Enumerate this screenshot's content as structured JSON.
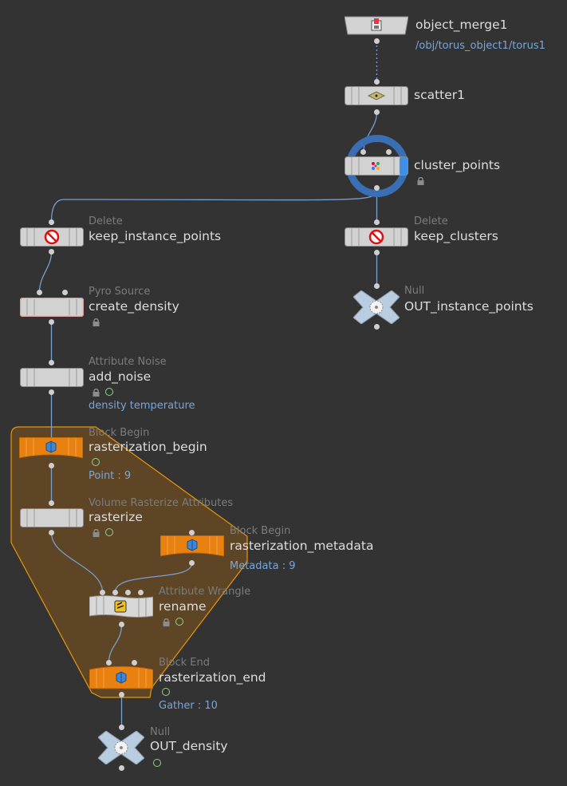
{
  "nodes": {
    "object_merge1": {
      "name": "object_merge1",
      "path": "/obj/torus_object1/torus1",
      "icon": "object-merge-icon"
    },
    "scatter1": {
      "name": "scatter1",
      "icon": "scatter-icon"
    },
    "cluster_points": {
      "name": "cluster_points",
      "icon": "cluster-icon"
    },
    "keep_instance_points": {
      "type": "Delete",
      "name": "keep_instance_points",
      "icon": "delete-icon"
    },
    "keep_clusters": {
      "type": "Delete",
      "name": "keep_clusters",
      "icon": "delete-icon"
    },
    "out_instance_points": {
      "type": "Null",
      "name": "OUT_instance_points",
      "icon": "null-icon"
    },
    "create_density": {
      "type": "Pyro Source",
      "name": "create_density"
    },
    "add_noise": {
      "type": "Attribute Noise",
      "name": "add_noise",
      "attribs": "density temperature"
    },
    "rasterization_begin": {
      "type": "Block Begin",
      "name": "rasterization_begin",
      "info": "Point : 9",
      "icon": "block-begin-icon"
    },
    "rasterize": {
      "type": "Volume Rasterize Attributes",
      "name": "rasterize"
    },
    "rasterization_metadata": {
      "type": "Block Begin",
      "name": "rasterization_metadata",
      "info": "Metadata : 9",
      "icon": "block-begin-icon"
    },
    "rename": {
      "type": "Attribute Wrangle",
      "name": "rename",
      "icon": "wrangle-icon"
    },
    "rasterization_end": {
      "type": "Block End",
      "name": "rasterization_end",
      "info": "Gather : 10",
      "icon": "block-end-icon"
    },
    "out_density": {
      "type": "Null",
      "name": "OUT_density",
      "icon": "null-icon"
    }
  },
  "colors": {
    "background": "#333333",
    "node_gray": "#d2d2d2",
    "node_orange": "#e8810f",
    "wire": "#7a9fcf",
    "path_link": "#7aa6d8",
    "selection_ring": "#3a6fb5",
    "block_region": "#5d4526",
    "block_border": "#e8960a"
  }
}
